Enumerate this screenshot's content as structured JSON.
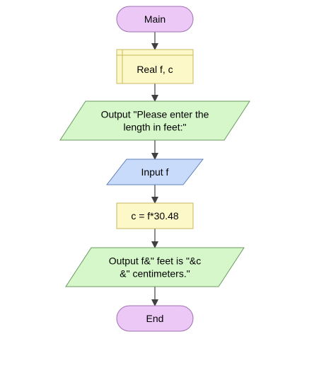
{
  "flowchart": {
    "colors": {
      "terminal_fill": "#ecc8f7",
      "terminal_stroke": "#a070b0",
      "declare_fill": "#fdf8c8",
      "declare_stroke": "#c8b860",
      "output_fill": "#d5f7c9",
      "output_stroke": "#6a9a60",
      "input_fill": "#c9dbfb",
      "input_stroke": "#6080b8",
      "process_fill": "#fdf8c8",
      "process_stroke": "#c8b860",
      "arrow": "#404040"
    },
    "nodes": [
      {
        "id": "main",
        "shape": "terminal",
        "lines": [
          "Main"
        ]
      },
      {
        "id": "declare",
        "shape": "declare",
        "lines": [
          "Real f, c"
        ]
      },
      {
        "id": "output-prompt",
        "shape": "output",
        "lines": [
          "Output \"Please enter the",
          "length in feet:\""
        ]
      },
      {
        "id": "input-f",
        "shape": "input",
        "lines": [
          "Input f"
        ]
      },
      {
        "id": "assign-c",
        "shape": "process",
        "lines": [
          "c = f*30.48"
        ]
      },
      {
        "id": "output-result",
        "shape": "output",
        "lines": [
          "Output f&\" feet is \"&c",
          "&\" centimeters.\""
        ]
      },
      {
        "id": "end",
        "shape": "terminal",
        "lines": [
          "End"
        ]
      }
    ]
  }
}
